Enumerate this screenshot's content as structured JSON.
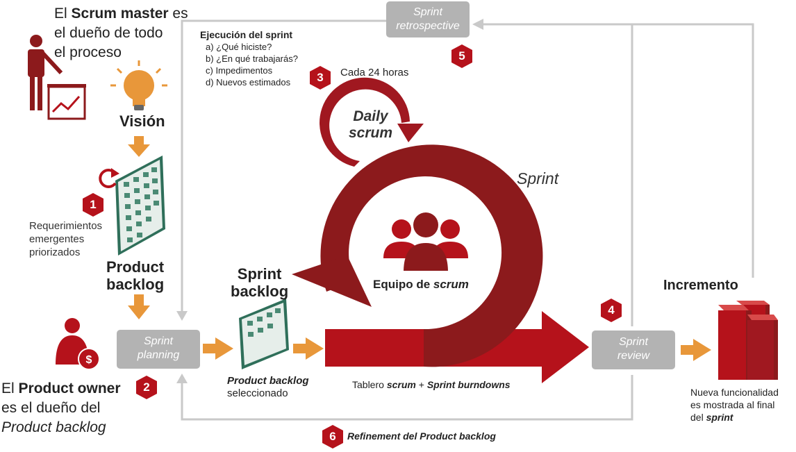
{
  "scrum_master": {
    "prefix": "El ",
    "role": "Scrum master",
    "suffix": " es",
    "line2": "el dueño de todo",
    "line3": "el proceso"
  },
  "vision_label": "Visión",
  "badges": [
    "1",
    "2",
    "3",
    "4",
    "5",
    "6"
  ],
  "requirements": {
    "line1": "Requerimientos",
    "line2": "emergentes",
    "line3": "priorizados"
  },
  "product_backlog_label": {
    "line1": "Product",
    "line2": "backlog"
  },
  "product_owner": {
    "prefix": "El ",
    "role": "Product owner",
    "line2": "es el dueño del",
    "line3": "Product backlog"
  },
  "sprint_planning": {
    "line1": "Sprint",
    "line2": "planning"
  },
  "sprint_backlog_label": {
    "line1": "Sprint",
    "line2": "backlog"
  },
  "selected_backlog": {
    "line1": "Product backlog",
    "line2": "seleccionado"
  },
  "sprint_execution": {
    "title": "Ejecución del sprint",
    "items": [
      "a) ¿Qué hiciste?",
      "b) ¿En qué trabajarás?",
      "c)  Impedimentos",
      "d)  Nuevos estimados"
    ]
  },
  "every_24h": "Cada 24 horas",
  "daily_scrum": {
    "line1": "Daily",
    "line2": "scrum"
  },
  "sprint_label": "Sprint",
  "team_label": {
    "prefix": "Equipo de ",
    "em": "scrum"
  },
  "board_caption": {
    "prefix": "Tablero ",
    "em1": "scrum",
    "mid": " + ",
    "em2": "Sprint burndowns"
  },
  "sprint_review": {
    "line1": "Sprint",
    "line2": "review"
  },
  "sprint_retrospective": {
    "line1": "Sprint",
    "line2": "retrospective"
  },
  "increment_label": "Incremento",
  "new_functionality": {
    "line1": "Nueva funcionalidad",
    "line2": "es mostrada al final",
    "line3_prefix": "del ",
    "line3_em": "sprint"
  },
  "refinement": "Refinement del  Product backlog",
  "colors": {
    "red": "#b5121b",
    "dark_red": "#8c1a1c",
    "orange": "#e8973a",
    "grey": "#b3b3b3",
    "board_green": "#2f6f5a"
  }
}
